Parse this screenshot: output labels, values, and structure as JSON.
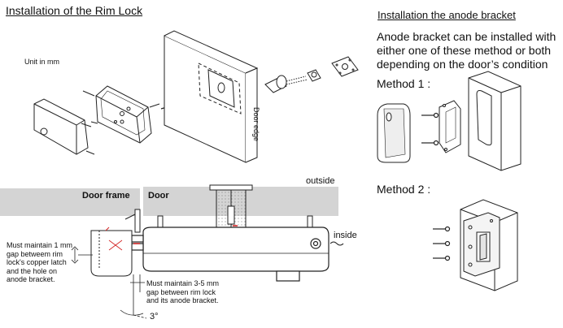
{
  "left_title": "Installation of the Rim Lock",
  "unit_label": "Unit in mm",
  "door_edge_label": "Door edge",
  "outside_label": "outside",
  "inside_label": "inside",
  "door_frame_label": "Door frame",
  "door_label": "Door",
  "note_1mm": [
    "Must maintain 1 mm",
    "gap betweem rim",
    "lock's copper latch",
    "and the hole on",
    "anode bracket."
  ],
  "note_3_5mm": [
    "Must maintain 3-5 mm",
    "gap between rim lock",
    "and its anode bracket."
  ],
  "angle_label": "3°",
  "right_title": "Installation the anode bracket",
  "right_desc": [
    "Anode bracket can be installed with",
    "either one of these method or both",
    "depending on the door’s condition"
  ],
  "method1_label": "Method 1 :",
  "method2_label": "Method 2 :",
  "colors": {
    "band": "#d4d4d4",
    "line": "#222222",
    "latch_red": "#d22020"
  }
}
